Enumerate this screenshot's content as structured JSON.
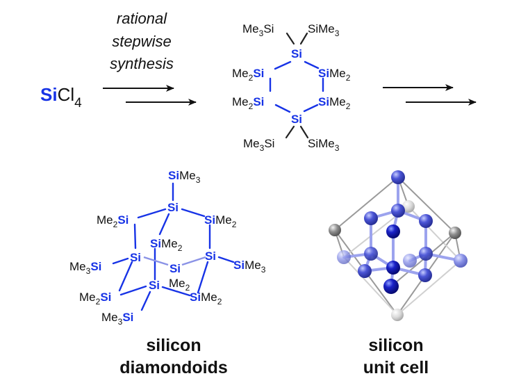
{
  "scheme": {
    "reactant": {
      "element": "Si",
      "rest": "Cl",
      "subscript": "4"
    },
    "conditions": [
      "rational",
      "stepwise",
      "synthesis"
    ],
    "ring_compound": {
      "ring_atom": "Si",
      "top_left_sub": "Me3Si",
      "top_right_sub": "SiMe3",
      "bottom_left_sub": "Me3Si",
      "bottom_right_sub": "SiMe3",
      "left_upper": "Me2Si",
      "left_lower": "Me2Si",
      "right_upper": "SiMe2",
      "right_lower": "SiMe2"
    },
    "diamondoid": {
      "caption_line1": "silicon",
      "caption_line2": "diamondoids"
    },
    "unit_cell": {
      "caption_line1": "silicon",
      "caption_line2": "unit cell"
    }
  },
  "labels": {
    "Si": "Si",
    "Me": "Me",
    "Cl": "Cl",
    "n2": "2",
    "n3": "3",
    "n4": "4"
  },
  "colors": {
    "silicon": "#1733e6",
    "text": "#111111",
    "atom_dark": "#0a14b4",
    "atom_mid": "#4a55d8",
    "atom_light": "#8a92e6",
    "corner_gray": "#8a8a8a"
  }
}
